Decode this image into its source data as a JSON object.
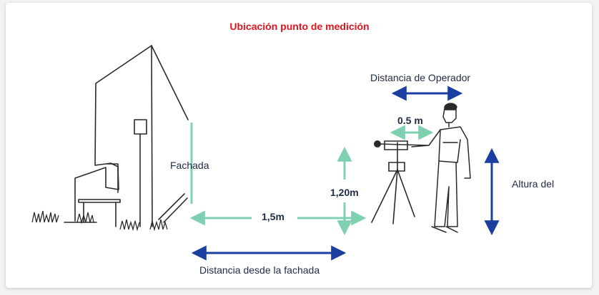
{
  "title": "Ubicación punto de medición",
  "labels": {
    "facade": "Fachada",
    "operator_distance": "Distancia de Operador",
    "arm_distance": "0.5 m",
    "height": "1,20m",
    "horizontal_distance": "1,5m",
    "facade_distance": "Distancia desde la fachada",
    "operator_height": "Altura del"
  },
  "colors": {
    "title": "#e0141e",
    "teal": "#7fd0b0",
    "blue": "#1a3fa0",
    "text": "#1f2a44",
    "ink": "#2a2a2a"
  }
}
